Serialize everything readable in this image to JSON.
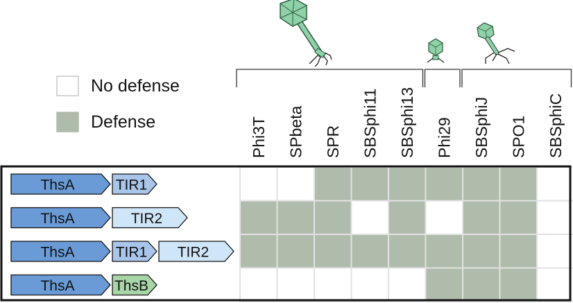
{
  "legend": {
    "items": [
      {
        "label": "No defense",
        "color": "#ffffff"
      },
      {
        "label": "Defense",
        "color": "#b0bcab"
      }
    ]
  },
  "phage_groups": [
    {
      "icon": "long-tail-phage-icon",
      "phages": [
        "Phi3T",
        "SPbeta",
        "SPR",
        "SBSphi11",
        "SBSphi13"
      ]
    },
    {
      "icon": "small-phage-icon",
      "phages": [
        "Phi29"
      ]
    },
    {
      "icon": "medium-phage-icon",
      "phages": [
        "SBSphiJ",
        "SPO1",
        "SBSphiC"
      ]
    }
  ],
  "columns": [
    "Phi3T",
    "SPbeta",
    "SPR",
    "SBSphi11",
    "SBSphi13",
    "Phi29",
    "SBSphiJ",
    "SPO1",
    "SBSphiC"
  ],
  "rows": [
    {
      "genes": [
        {
          "label": "ThsA",
          "color": "#6a9bd6"
        },
        {
          "label": "TIR1",
          "color": "#a9c6ea"
        }
      ],
      "defense": [
        0,
        0,
        1,
        1,
        1,
        1,
        1,
        1,
        0
      ]
    },
    {
      "genes": [
        {
          "label": "ThsA",
          "color": "#6a9bd6"
        },
        {
          "label": "TIR2",
          "color": "#cfe6f8"
        }
      ],
      "defense": [
        1,
        1,
        1,
        0,
        1,
        0,
        1,
        1,
        0
      ]
    },
    {
      "genes": [
        {
          "label": "ThsA",
          "color": "#6a9bd6"
        },
        {
          "label": "TIR1",
          "color": "#a9c6ea"
        },
        {
          "label": "TIR2",
          "color": "#cfe6f8"
        }
      ],
      "defense": [
        1,
        1,
        1,
        1,
        1,
        1,
        1,
        1,
        0
      ]
    },
    {
      "genes": [
        {
          "label": "ThsA",
          "color": "#6a9bd6"
        },
        {
          "label": "ThsB",
          "color": "#a8d6a8"
        }
      ],
      "defense": [
        0,
        0,
        0,
        0,
        0,
        1,
        1,
        1,
        0
      ]
    }
  ],
  "colors": {
    "defense": "#b0bcab",
    "no_defense": "#ffffff",
    "grid_line": "#e2e2e2",
    "frame": "#111111",
    "phage_head": "#8fd1a8",
    "phage_head_edge": "#2e5e3e",
    "phage_tail": "#8fd1a8"
  }
}
